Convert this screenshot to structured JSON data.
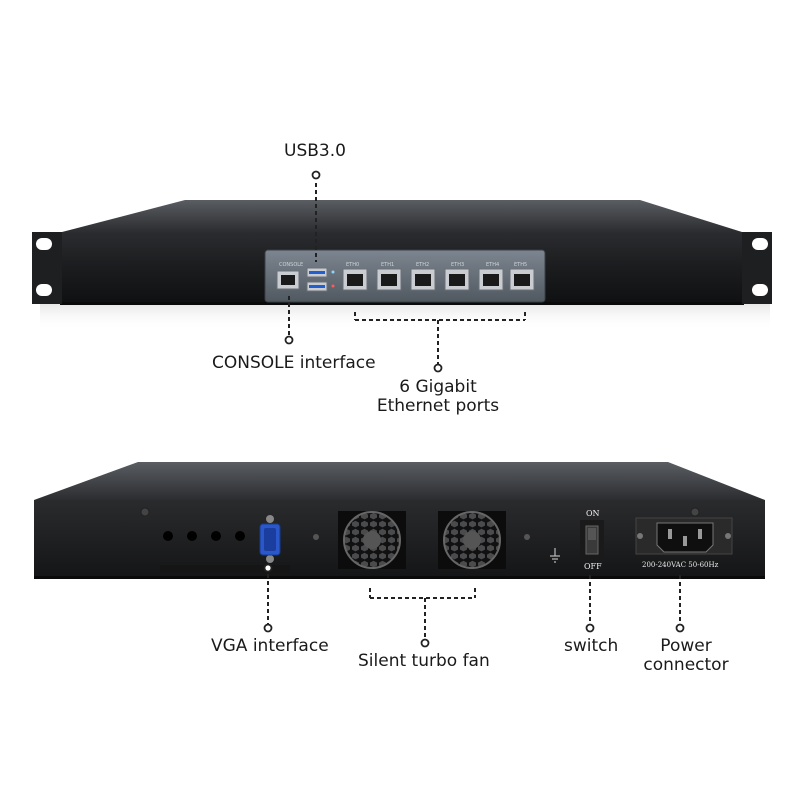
{
  "front": {
    "console_tag": "CONSOLE",
    "eth_tags": [
      "ETH0",
      "ETH1",
      "ETH2",
      "ETH3",
      "ETH4",
      "ETH5"
    ]
  },
  "back": {
    "power_rating": "200-240VAC 50-60Hz",
    "switch_on": "ON",
    "switch_off": "OFF"
  },
  "callouts": {
    "usb": "USB3.0",
    "console": "CONSOLE interface",
    "ethernet_line1": "6 Gigabit",
    "ethernet_line2": "Ethernet ports",
    "vga": "VGA interface",
    "fan": "Silent turbo fan",
    "switch": "switch",
    "power_line1": "Power",
    "power_line2": "connector"
  }
}
